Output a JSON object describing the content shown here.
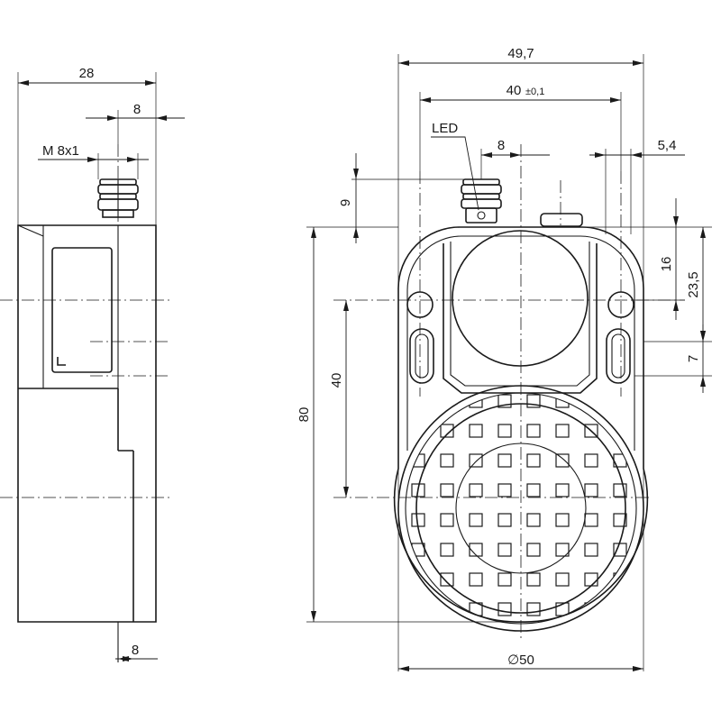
{
  "side_view": {
    "dim_overall_width": "28",
    "dim_connector_offset": "8",
    "dim_thread": "M 8x1",
    "dim_bottom_step": "8"
  },
  "front_view": {
    "dim_overall_width": "49,7",
    "dim_hole_spacing": "40",
    "dim_hole_spacing_tolerance": "±0,1",
    "label_led": "LED",
    "dim_led_offset": "8",
    "dim_edge_offset": "5,4",
    "dim_connector_height": "9",
    "dim_height_16": "16",
    "dim_height_23_5": "23,5",
    "dim_height_7": "7",
    "dim_vertical_40": "40",
    "dim_overall_height": "80",
    "dim_diameter": "∅50"
  }
}
